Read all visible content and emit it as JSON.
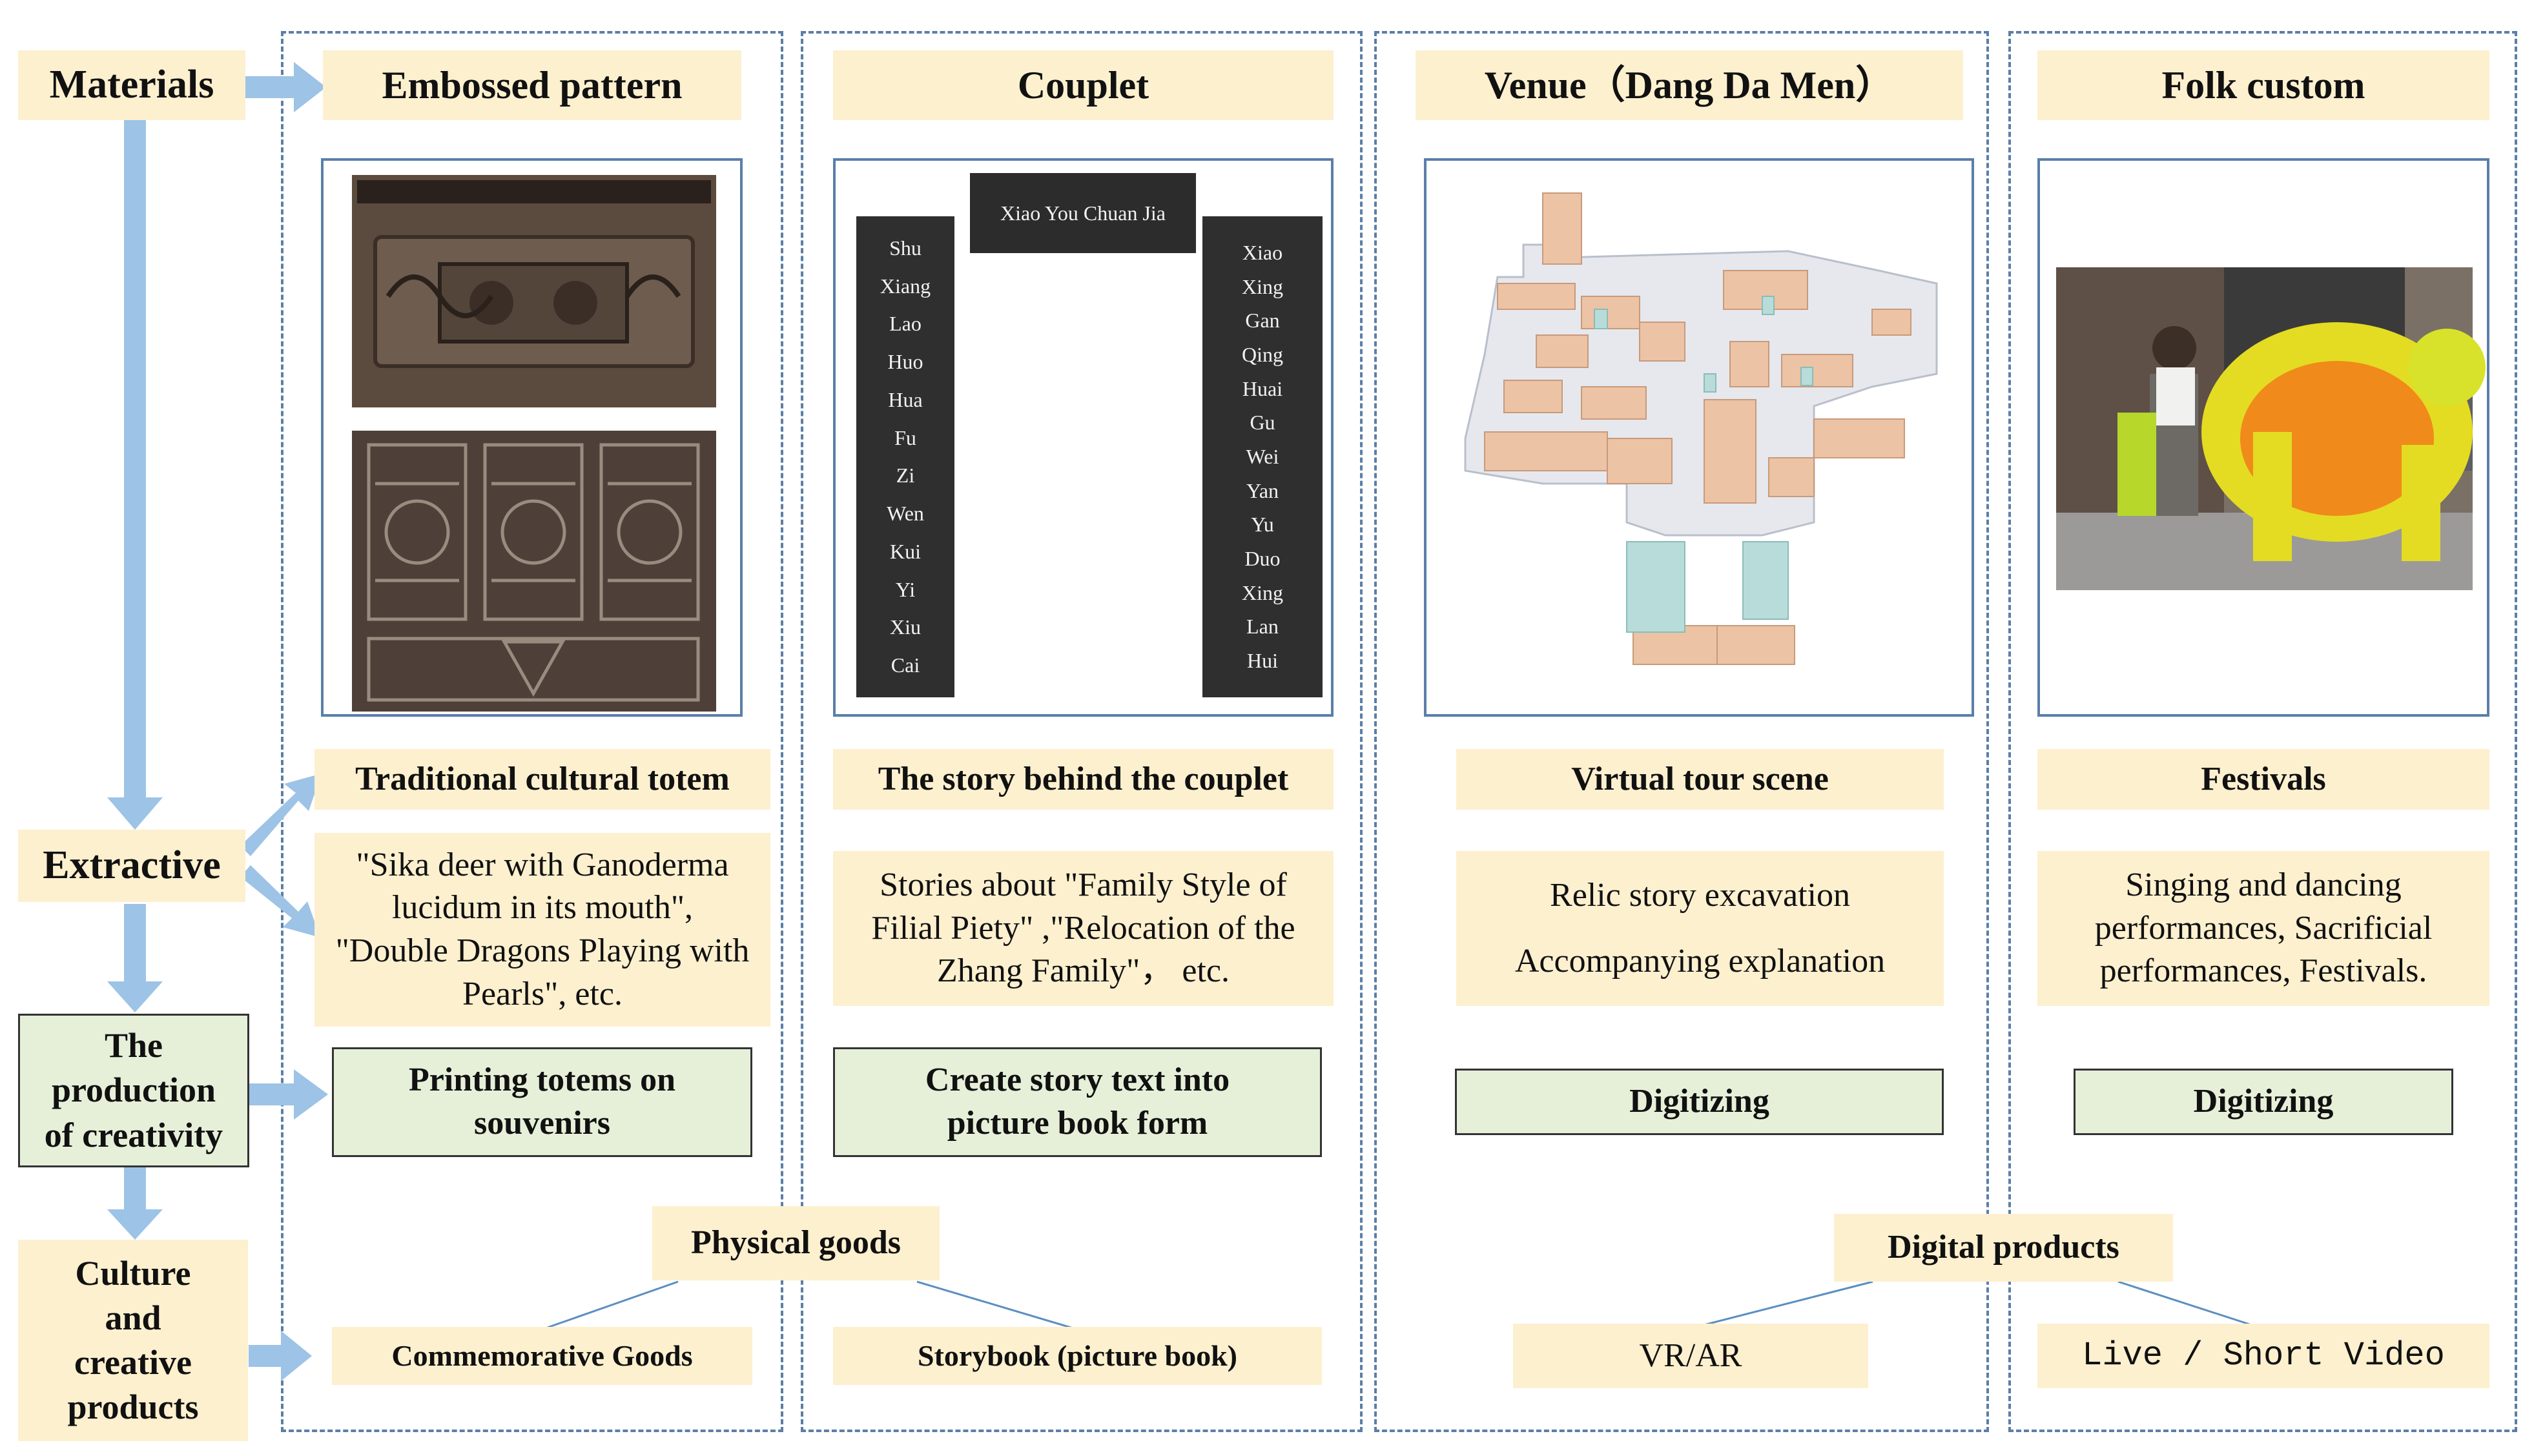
{
  "left_column": {
    "materials": "Materials",
    "extractive": "Extractive",
    "production": "The production of creativity",
    "products": "Culture and creative products"
  },
  "columns": [
    {
      "header": "Embossed pattern",
      "subheader": "Traditional cultural totem",
      "description": "\"Sika deer with Ganoderma lucidum in its mouth\", \"Double Dragons Playing with Pearls\", etc.",
      "action": "Printing totems on souvenirs",
      "product": "Commemorative Goods"
    },
    {
      "header": "Couplet",
      "subheader": "The story behind the couplet",
      "description": "Stories about \"Family Style of Filial Piety\" ,\"Relocation of the Zhang Family\"， etc.",
      "action": "Create story text into picture book form",
      "product": "Storybook (picture book)"
    },
    {
      "header": "Venue（Dang Da Men）",
      "subheader": "Virtual tour scene",
      "description_lines": [
        "Relic story excavation",
        "Accompanying explanation"
      ],
      "action": "Digitizing",
      "product": "VR/AR"
    },
    {
      "header": "Folk custom",
      "subheader": "Festivals",
      "description": "Singing and dancing performances, Sacrificial performances, Festivals.",
      "action": "Digitizing",
      "product": "Live / Short Video"
    }
  ],
  "groups": {
    "physical": "Physical goods",
    "digital": "Digital products"
  },
  "couplet_text": {
    "top": "Xiao You Chuan Jia",
    "left": [
      "Shu",
      "Xiang",
      "Lao",
      "Huo",
      "Hua",
      "Fu",
      "Zi",
      "Wen",
      "Kui",
      "Yi",
      "Xiu",
      "Cai"
    ],
    "right": [
      "Xiao",
      "Xing",
      "Gan",
      "Qing",
      "Huai",
      "Gu",
      "Wei",
      "Yan",
      "Yu",
      "Duo",
      "Xing",
      "Lan",
      "Hui"
    ]
  },
  "colors": {
    "label_fill": "#fdf0cf",
    "action_fill": "#e6f0d9",
    "arrow": "#9dc3e6",
    "dashed_border": "#5b7fa6"
  }
}
